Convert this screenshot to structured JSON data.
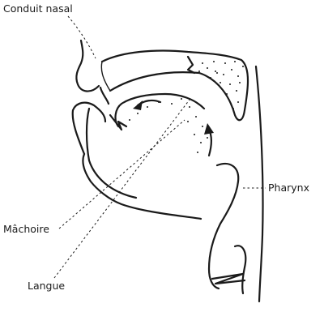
{
  "labels": {
    "nasal": "Conduit nasal",
    "pharynx": "Pharynx",
    "jaw": "Mâchoire",
    "tongue": "Langue"
  }
}
